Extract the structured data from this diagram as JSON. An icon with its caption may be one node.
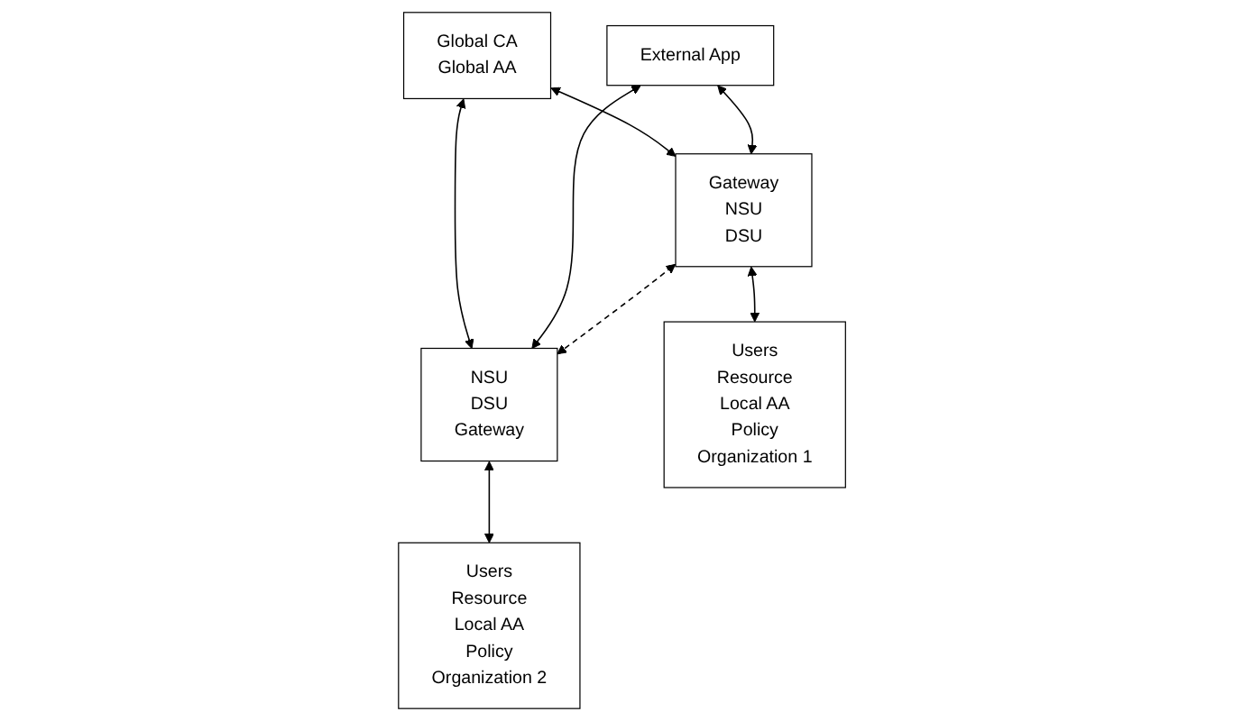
{
  "diagram": {
    "nodes": [
      {
        "text": [
          "Global CA",
          "Global AA"
        ]
      },
      {
        "text": [
          "External App"
        ]
      },
      {
        "text": [
          "Gateway",
          "NSU",
          "DSU"
        ]
      },
      {
        "text": [
          "NSU",
          "DSU",
          "Gateway"
        ]
      },
      {
        "text": [
          "Users",
          "Resource",
          "Local AA",
          "Policy",
          "Organization 1"
        ]
      },
      {
        "text": [
          "Users",
          "Resource",
          "Local AA",
          "Policy",
          "Organization 2"
        ]
      }
    ],
    "edges": [
      {
        "from": 0,
        "to": 2,
        "arrow": "both"
      },
      {
        "from": 0,
        "to": 3,
        "arrow": "both"
      },
      {
        "from": 1,
        "to": 2,
        "arrow": "both"
      },
      {
        "from": 1,
        "to": 3,
        "arrow": "both"
      },
      {
        "from": 2,
        "to": 3,
        "arrow": "both",
        "style": "dashed"
      },
      {
        "from": 2,
        "to": 4,
        "arrow": "both"
      },
      {
        "from": 3,
        "to": 5,
        "arrow": "both"
      }
    ]
  }
}
